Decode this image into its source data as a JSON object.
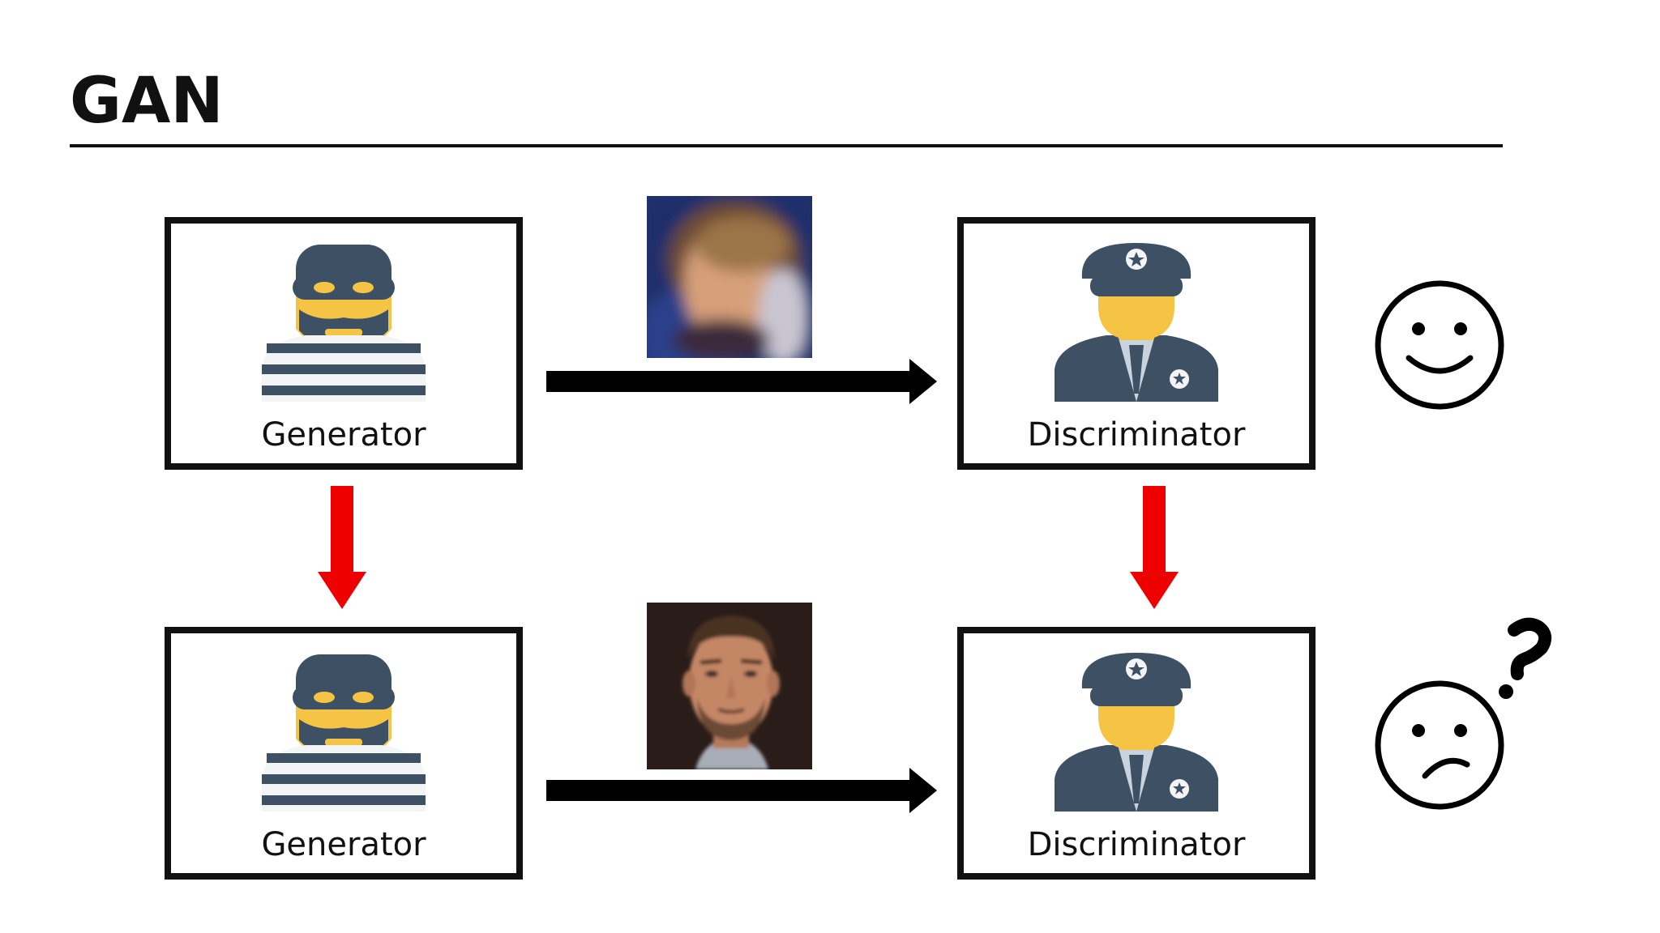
{
  "title": "GAN",
  "nodes": {
    "generator_top": {
      "label": "Generator",
      "icon": "thief-icon"
    },
    "discriminator_top": {
      "label": "Discriminator",
      "icon": "police-officer-icon"
    },
    "generator_bottom": {
      "label": "Generator",
      "icon": "thief-icon"
    },
    "discriminator_bottom": {
      "label": "Discriminator",
      "icon": "police-officer-icon"
    }
  },
  "photos": {
    "top": "blurry-generated-face-photo",
    "bottom": "realistic-generated-face-photo"
  },
  "reactions": {
    "top": "smiley-face-icon",
    "bottom": "confused-face-icon"
  },
  "colors": {
    "border": "#111111",
    "flow_arrow": "#000000",
    "update_arrow": "#ee0000",
    "icon_dark": "#3e5063",
    "icon_skin": "#f6c444"
  }
}
